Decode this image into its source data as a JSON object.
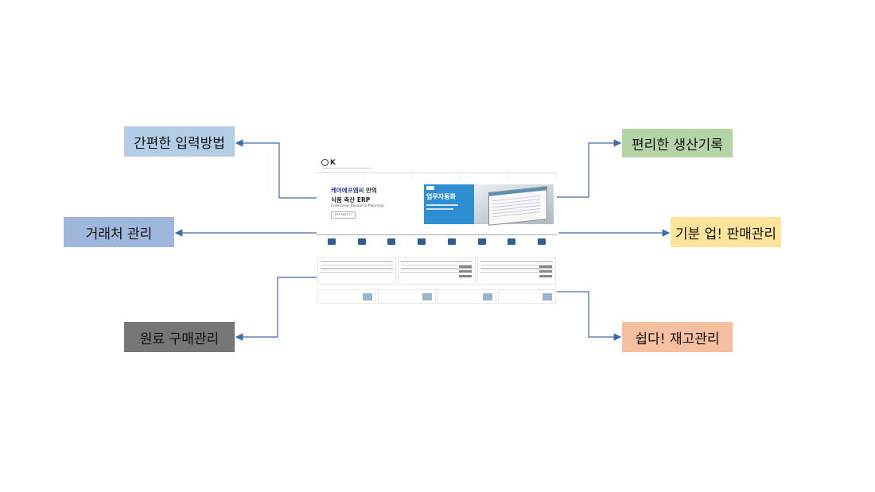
{
  "labels": {
    "top_left": "간편한 입력방법",
    "mid_left": "거래처 관리",
    "bottom_left": "원료 구매관리",
    "top_right": "편리한 생산기록",
    "mid_right": "기분 업! 판매관리",
    "bottom_right": "쉽다! 재고관리"
  },
  "colors": {
    "top_left": "#b4cde7",
    "mid_left": "#9fb6dd",
    "bottom_left": "#767676",
    "top_right": "#b4d4a6",
    "mid_right": "#fde49a",
    "bottom_right": "#f6bf9f",
    "connector": "#3d6aa8"
  },
  "site": {
    "logo": "K",
    "hero_line1_brand": "케어에프엠씨",
    "hero_line1_suffix": "만의",
    "hero_line2": "식품 축산 ERP",
    "hero_line3": "Enterprise Resource Planning",
    "hero_button": "ERP 바로가기",
    "hero_banner": "업무자동화"
  }
}
